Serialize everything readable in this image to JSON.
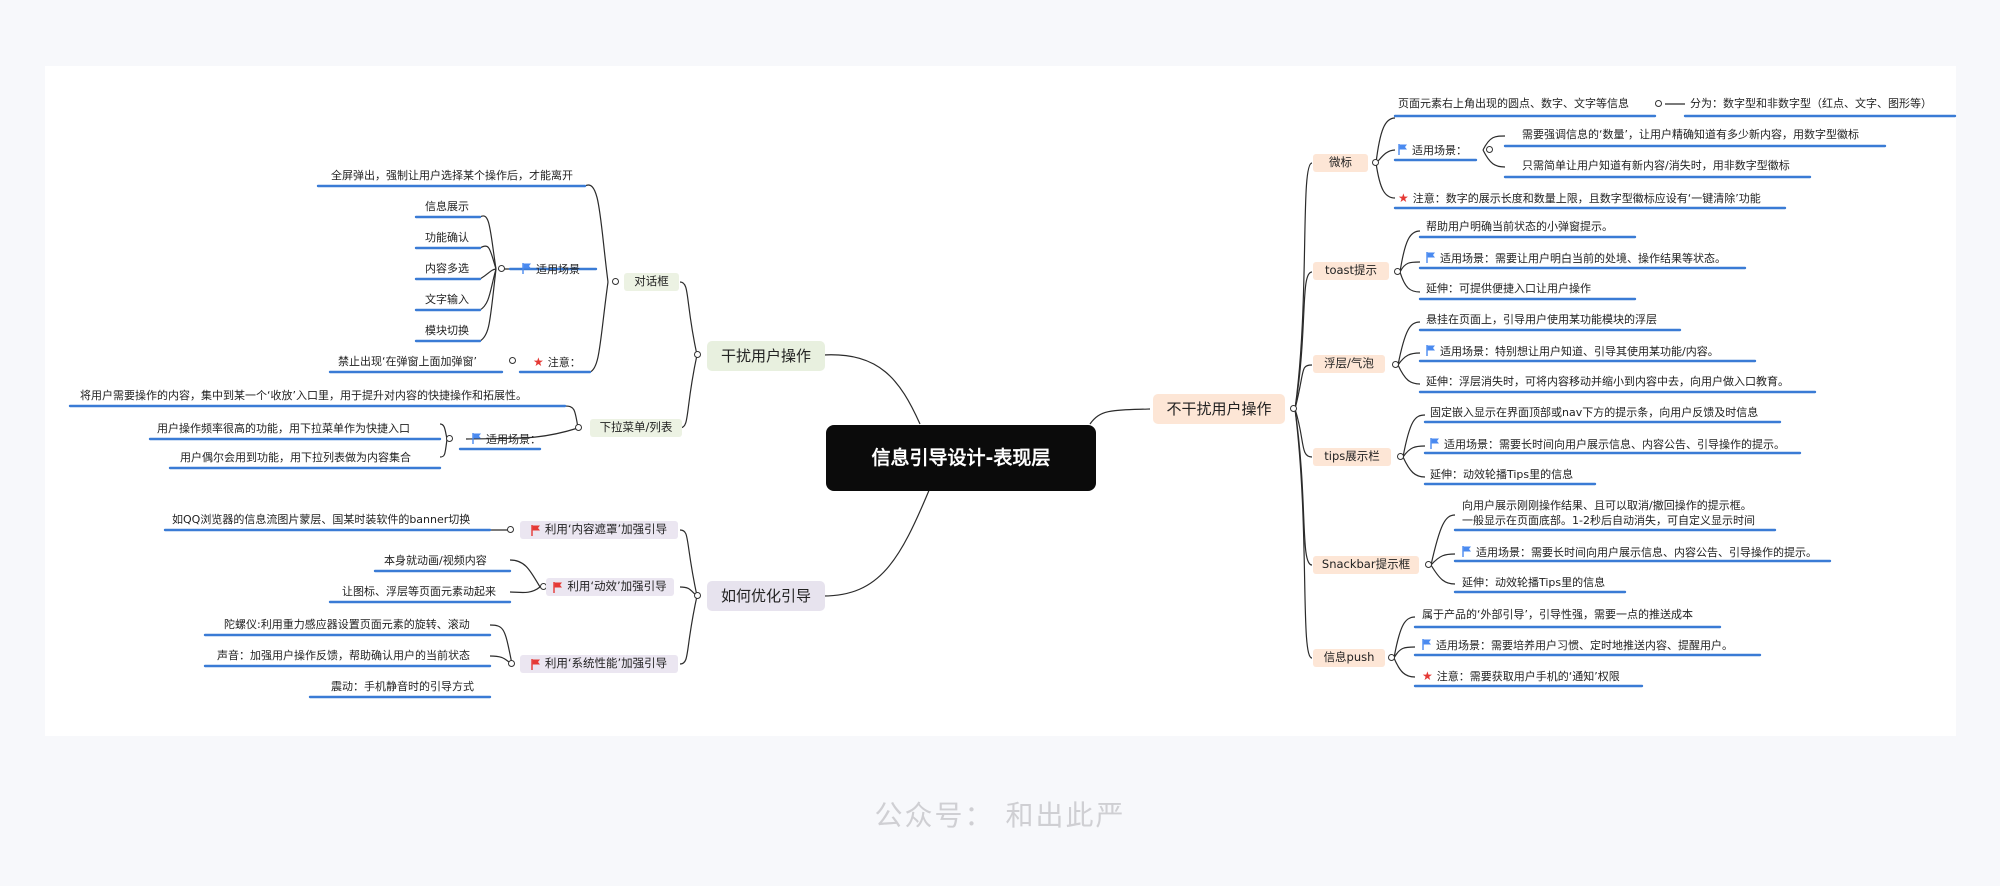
{
  "root": {
    "title": "信息引导设计-表现层"
  },
  "left": {
    "b1": {
      "label": "干扰用户操作",
      "dialog": {
        "label": "对话框",
        "desc": "全屏弹出，强制让用户选择某个操作后，才能离开",
        "scene_label": "适用场景",
        "scenes": [
          "信息展示",
          "功能确认",
          "内容多选",
          "文字输入",
          "模块切换"
        ],
        "note_label": "注意：",
        "note": "禁止出现‘在弹窗上面加弹窗’"
      },
      "dropdown": {
        "label": "下拉菜单/列表",
        "desc": "将用户需要操作的内容，集中到某一个‘收放’入口里，用于提升对内容的快捷操作和拓展性。",
        "scene_label": "适用场景：",
        "scenes": [
          "用户操作频率很高的功能，用下拉菜单作为快捷入口",
          "用户偶尔会用到功能，用下拉列表做为内容集合"
        ]
      }
    },
    "b2": {
      "label": "如何优化引导",
      "mask": {
        "label": "利用‘内容遮罩’加强引导",
        "items": [
          "如QQ浏览器的信息流图片蒙层、国某时装软件的banner切换"
        ]
      },
      "anim": {
        "label": "利用‘动效’加强引导",
        "items": [
          "本身就动画/视频内容",
          "让图标、浮层等页面元素动起来"
        ]
      },
      "sys": {
        "label": "利用‘系统性能’加强引导",
        "items": [
          "陀螺仪:利用重力感应器设置页面元素的旋转、滚动",
          "声音：加强用户操作反馈，帮助确认用户的当前状态",
          "震动：手机静音时的引导方式"
        ]
      }
    }
  },
  "right": {
    "label": "不干扰用户操作",
    "badge": {
      "label": "微标",
      "desc": "页面元素右上角出现的圆点、数字、文字等信息",
      "types": "分为：数字型和非数字型（红点、文字、图形等）",
      "scene_label": "适用场景：",
      "scenes": [
        "需要强调信息的‘数量’，让用户精确知道有多少新内容，用数字型徽标",
        "只需简单让用户知道有新内容/消失时，用非数字型徽标"
      ],
      "note": "注意：数字的展示长度和数量上限，且数字型徽标应设有‘一键清除’功能"
    },
    "toast": {
      "label": "toast提示",
      "desc": "帮助用户明确当前状态的小弹窗提示。",
      "scene": "适用场景：需要让用户明白当前的处境、操作结果等状态。",
      "ext": "延伸：可提供便捷入口让用户操作"
    },
    "float": {
      "label": "浮层/气泡",
      "desc": "悬挂在页面上，引导用户使用某功能模块的浮层",
      "scene": "适用场景：特别想让用户知道、引导其使用某功能/内容。",
      "ext": "延伸：浮层消失时，可将内容移动并缩小到内容中去，向用户做入口教育。"
    },
    "tips": {
      "label": "tips展示栏",
      "desc": "固定嵌入显示在界面顶部或nav下方的提示条，向用户反馈及时信息",
      "scene": "适用场景：需要长时间向用户展示信息、内容公告、引导操作的提示。",
      "ext": "延伸：动效轮播Tips里的信息"
    },
    "snackbar": {
      "label": "Snackbar提示框",
      "desc1": "向用户展示刚刚操作结果、且可以取消/撤回操作的提示框。",
      "desc2": "一般显示在页面底部。1-2秒后自动消失，可自定义显示时间",
      "scene": "适用场景：需要长时间向用户展示信息、内容公告、引导操作的提示。",
      "ext": "延伸：动效轮播Tips里的信息"
    },
    "push": {
      "label": "信息push",
      "desc": "属于产品的‘外部引导’，引导性强，需要一点的推送成本",
      "scene": "适用场景：需要培养用户习惯、定时地推送内容、提醒用户。",
      "note": "注意：需要获取用户手机的‘通知’权限"
    }
  },
  "watermark": "公众号： 和出此严",
  "colors": {
    "underline": "#3a7bd5",
    "flag_blue": "#4a8af0",
    "flag_red": "#e53935",
    "star": "#e53935"
  }
}
